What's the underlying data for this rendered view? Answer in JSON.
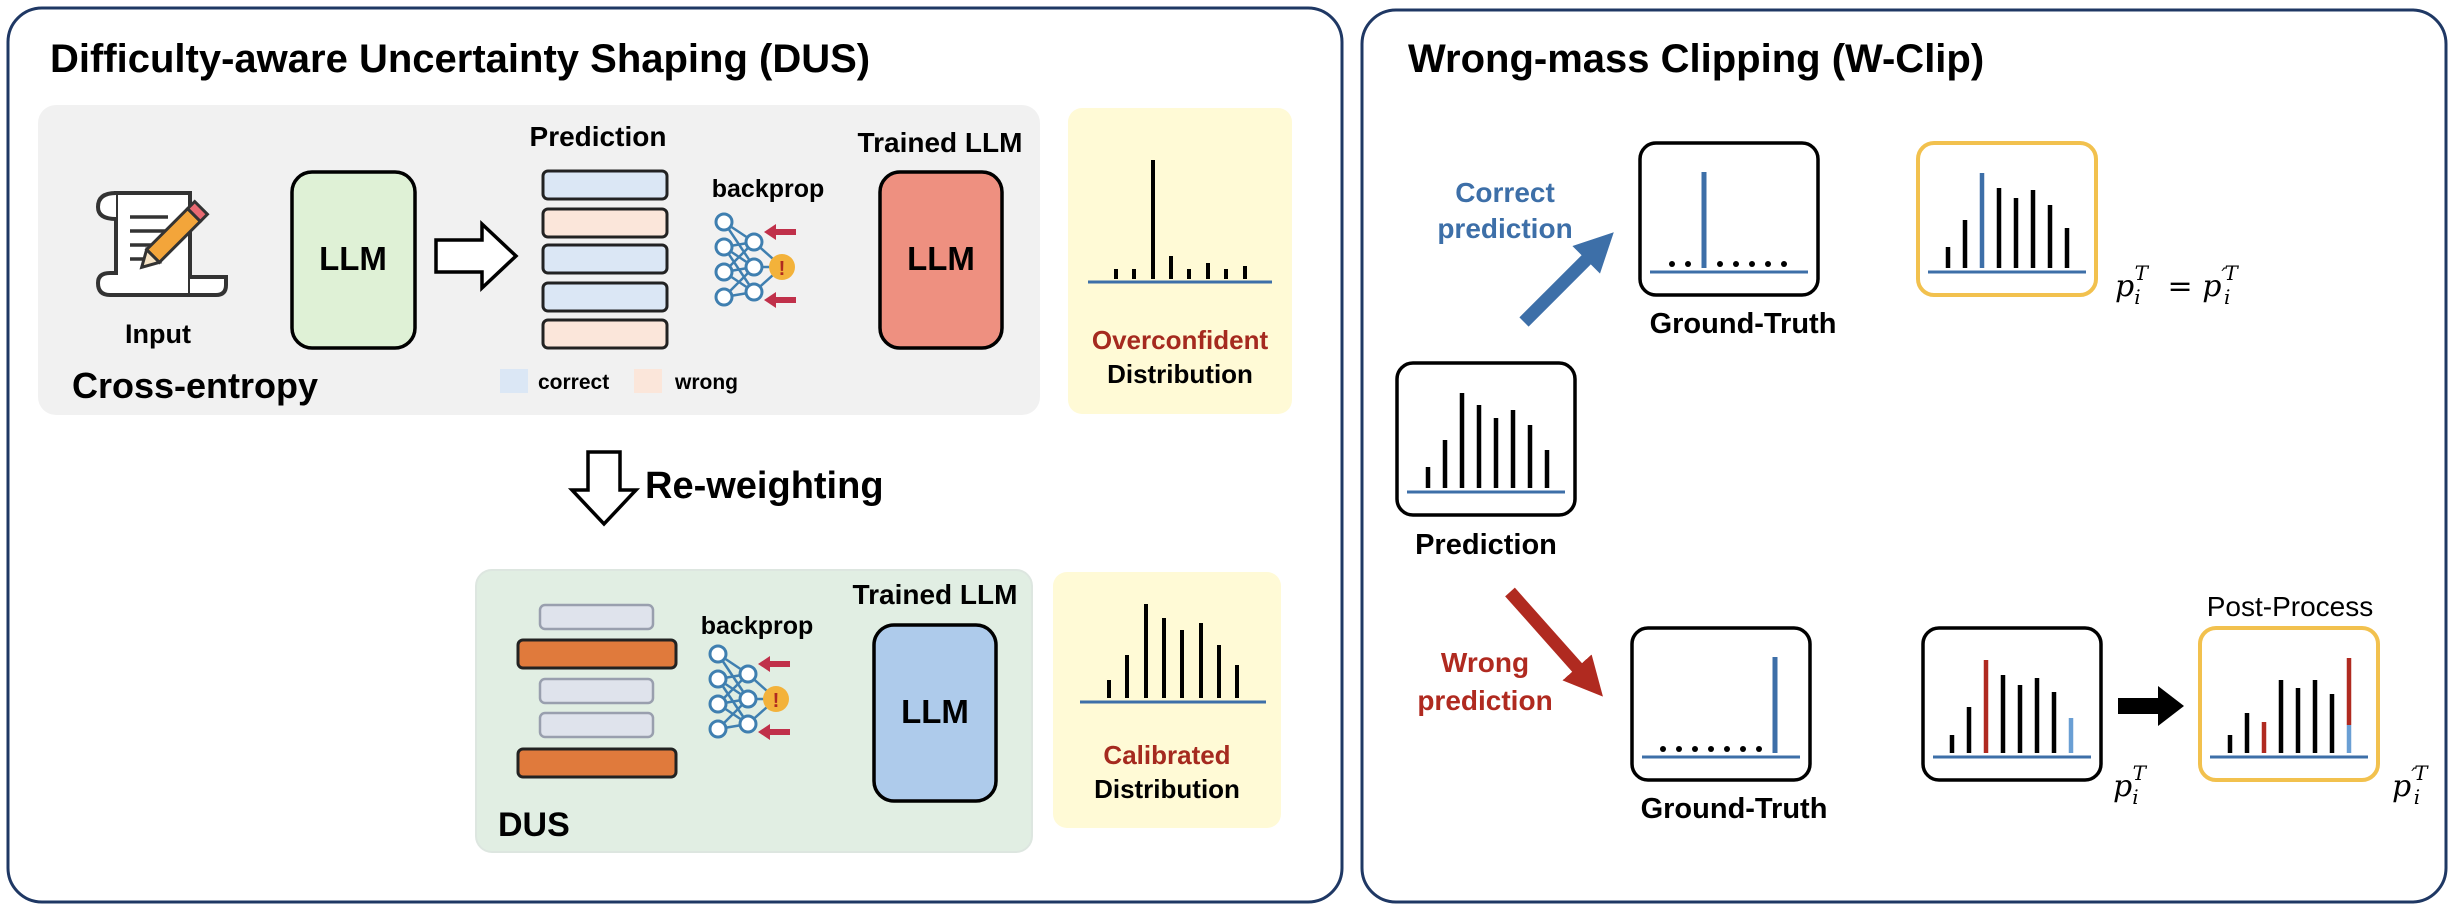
{
  "left_panel": {
    "title": "Difficulty-aware Uncertainty Shaping (DUS)",
    "cross_entropy": {
      "section_label": "Cross-entropy",
      "input_label": "Input",
      "llm_label": "LLM",
      "prediction_label": "Prediction",
      "backprop_label": "backprop",
      "trained_llm_label": "Trained LLM",
      "trained_llm_box": "LLM",
      "legend_correct": "correct",
      "legend_wrong": "wrong",
      "distribution_line1": "Overconfident",
      "distribution_line2": "Distribution"
    },
    "reweighting_label": "Re-weighting",
    "dus": {
      "section_label": "DUS",
      "backprop_label": "backprop",
      "trained_llm_label": "Trained LLM",
      "trained_llm_box": "LLM",
      "distribution_line1": "Calibrated",
      "distribution_line2": "Distribution"
    }
  },
  "right_panel": {
    "title": "Wrong-mass Clipping (W-Clip)",
    "correct_line1": "Correct",
    "correct_line2": "prediction",
    "wrong_line1": "Wrong",
    "wrong_line2": "prediction",
    "prediction_label": "Prediction",
    "ground_truth_top": "Ground-Truth",
    "ground_truth_bottom": "Ground-Truth",
    "post_process_label": "Post-Process",
    "formula_equal": "p_i^T = p'_i^T",
    "formula_p": "p_i^T",
    "formula_pprime": "p'_i^T"
  },
  "colors": {
    "panel_border": "#1f3864",
    "correct_blue": "#3d6fa8",
    "wrong_red": "#b02a20",
    "overconfident_text": "#a52a1f",
    "calibrated_text": "#a52a1f",
    "llm_green": "#dff1d6",
    "llm_salmon": "#ee9080",
    "llm_blue": "#aecbeb",
    "dist_bg": "#fffad6",
    "gold_border": "#f2c14e",
    "pred_blue": "#dbe7f5",
    "pred_peach": "#fbe6da",
    "pred_orange": "#e07a3c",
    "pred_gray": "#dfe3ec",
    "net_blue": "#3f7fb0",
    "arrow_crimson": "#c0304a",
    "warning_orange": "#f3b23a"
  }
}
